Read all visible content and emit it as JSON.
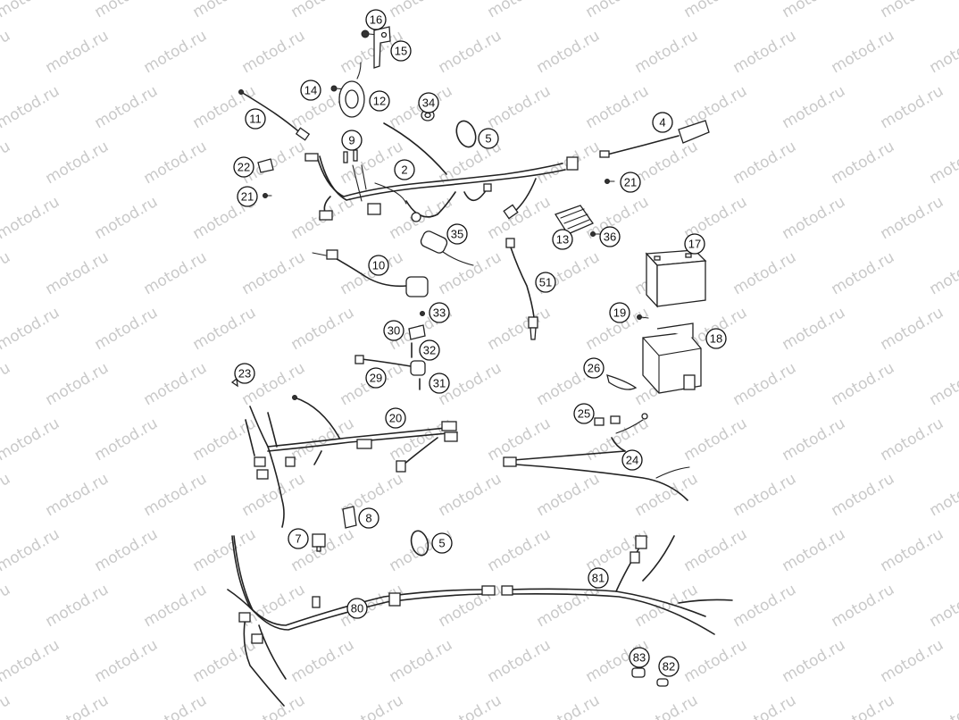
{
  "watermark": "motod.ru",
  "callouts": [
    "16",
    "15",
    "14",
    "12",
    "34",
    "11",
    "9",
    "5",
    "4",
    "22",
    "2",
    "21",
    "21",
    "35",
    "13",
    "36",
    "17",
    "10",
    "51",
    "33",
    "19",
    "30",
    "18",
    "32",
    "26",
    "23",
    "29",
    "31",
    "25",
    "20",
    "24",
    "8",
    "7",
    "5",
    "81",
    "80",
    "83",
    "82"
  ]
}
